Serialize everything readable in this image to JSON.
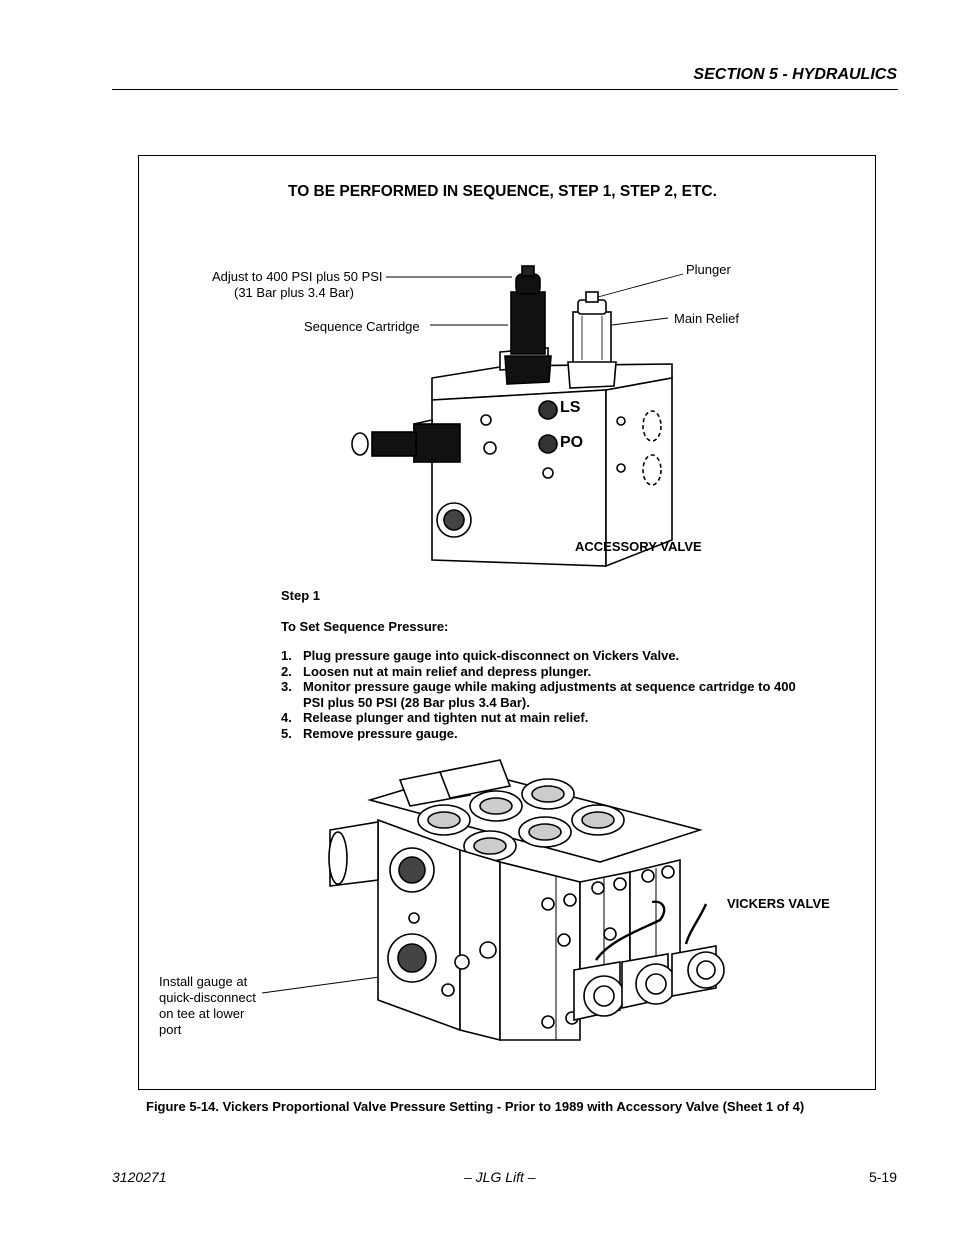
{
  "header": {
    "section_title": "SECTION 5 - HYDRAULICS"
  },
  "figure": {
    "banner": "TO BE PERFORMED IN SEQUENCE, STEP 1, STEP 2, ETC.",
    "callouts": {
      "adjust_line1": "Adjust to 400 PSI plus 50 PSI",
      "adjust_line2": "(31 Bar plus 3.4 Bar)",
      "sequence_cartridge": "Sequence Cartridge",
      "plunger": "Plunger",
      "main_relief": "Main Relief",
      "install_gauge_line1": "Install gauge at",
      "install_gauge_line2": "quick-disconnect",
      "install_gauge_line3": "on tee at lower",
      "install_gauge_line4": "port"
    },
    "port_labels": {
      "ls": "LS",
      "po": "PO"
    },
    "accessory_valve_label": "ACCESSORY VALVE",
    "vickers_valve_label": "VICKERS VALVE",
    "step": {
      "title": "Step 1",
      "subtitle": "To Set Sequence Pressure:",
      "items": [
        {
          "num": "1.",
          "text": "Plug pressure gauge into quick-disconnect on Vickers Valve."
        },
        {
          "num": "2.",
          "text": "Loosen nut at main relief and depress plunger."
        },
        {
          "num": "3.",
          "text": "Monitor pressure gauge while making adjustments at sequence cartridge to 400 PSI plus 50 PSI (28 Bar plus 3.4 Bar)."
        },
        {
          "num": "4.",
          "text": "Release plunger and tighten nut at main relief."
        },
        {
          "num": "5.",
          "text": "Remove pressure gauge."
        }
      ]
    },
    "caption": "Figure 5-14.  Vickers Proportional Valve Pressure Setting - Prior to 1989 with Accessory Valve (Sheet 1 of 4)"
  },
  "footer": {
    "doc_number": "3120271",
    "publisher": "– JLG Lift –",
    "page_number": "5-19"
  }
}
